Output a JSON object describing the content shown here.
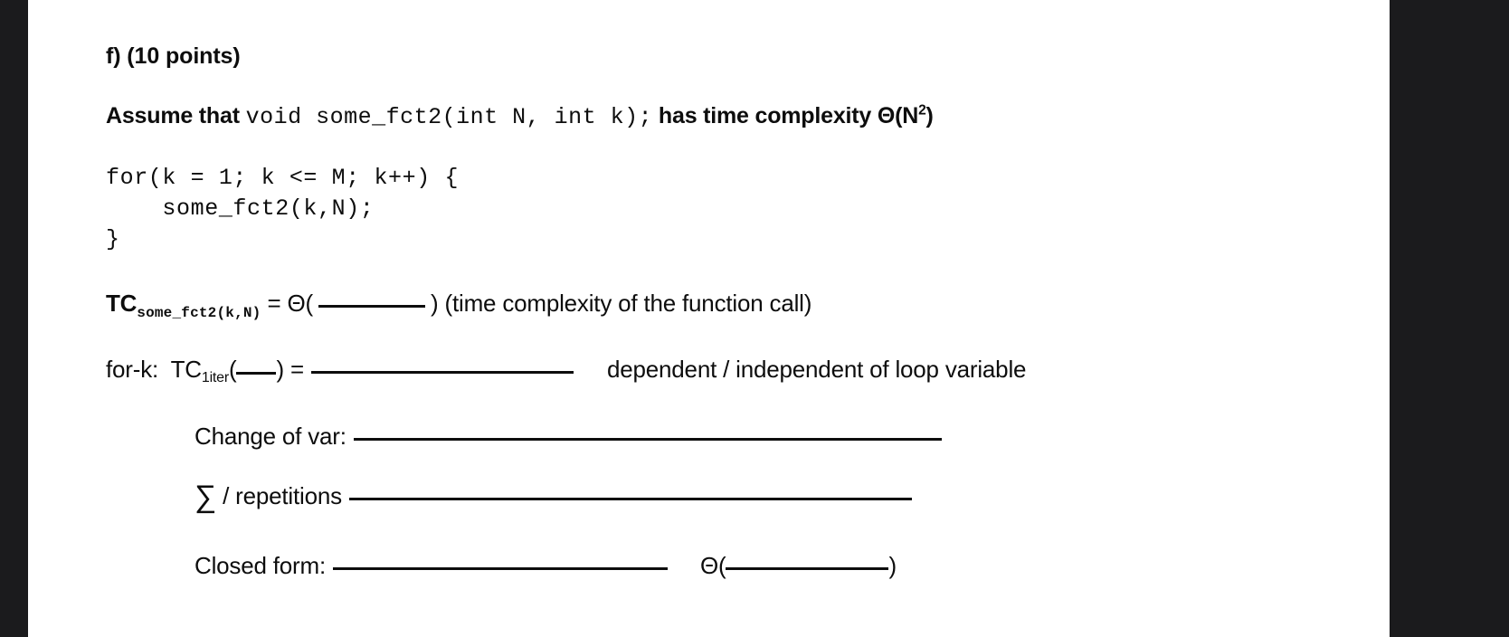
{
  "document": {
    "question_label": "f) (10 points)",
    "assume": {
      "prefix": "Assume that ",
      "signature": "void some_fct2(int N, int k);",
      "suffix": " has time complexity Θ(N",
      "exponent": "2",
      "suffix_end": ")"
    },
    "code_block": {
      "line1": "for(k = 1; k <= M; k++) {",
      "line2": "    some_fct2(k,N);",
      "line3": "}"
    },
    "tc_call_line": {
      "tc_label": "TC",
      "subscript": "some_fct2(k,N)",
      "equals": " = ",
      "theta_open": "Θ(",
      "theta_close": ")",
      "note": "(time complexity of the function call)"
    },
    "for_k_line": {
      "loop_label": "for-k:",
      "tc_label": "TC",
      "subscript": "1iter",
      "paren_open": "(",
      "paren_close": ")",
      "equals": "=",
      "choice": "dependent / independent of loop variable"
    },
    "steps": {
      "change_of_var": "Change of var:",
      "sum_repetitions_sigma": "∑",
      "sum_repetitions_text": "/ repetitions",
      "closed_form": "Closed form:",
      "closed_form_theta_open": "Θ(",
      "closed_form_theta_close": ")"
    }
  },
  "colors": {
    "page_background": "#1b1b1d",
    "sheet_background": "#ffffff",
    "text": "#0d0d0d"
  }
}
